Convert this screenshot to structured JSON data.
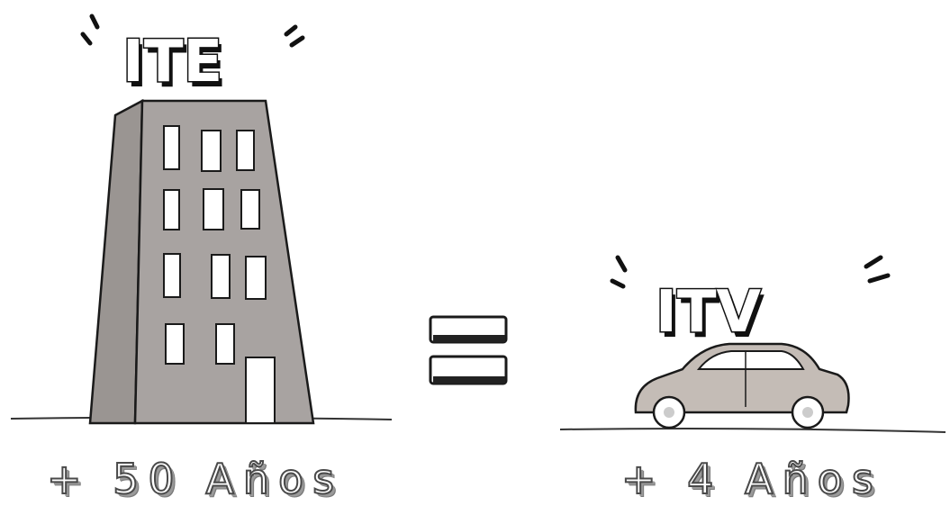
{
  "left_panel": {
    "label": "ITE",
    "caption": "+ 50 Años"
  },
  "right_panel": {
    "label": "ITV",
    "caption": "+ 4 Años"
  },
  "equals_symbol": "=",
  "colors": {
    "building_fill": "#a8a3a1",
    "car_fill": "#c4bcb6",
    "outline": "#1a1a1a",
    "background": "#ffffff"
  },
  "icons": [
    "building-icon",
    "car-icon",
    "equals-icon",
    "emphasis-marks-icon"
  ]
}
